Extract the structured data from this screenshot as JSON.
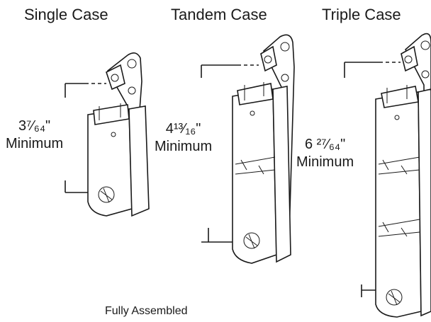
{
  "titles": {
    "single": "Single Case",
    "tandem": "Tandem Case",
    "triple": "Triple Case"
  },
  "dimensions": {
    "single": {
      "value": "3⁷⁄₆₄\"",
      "label": "Minimum"
    },
    "tandem": {
      "value": "4¹³⁄₁₆\"",
      "label": "Minimum"
    },
    "triple": {
      "value": "6 ²⁷⁄₆₄\"",
      "label": "Minimum"
    }
  },
  "caption": "Fully Assembled"
}
